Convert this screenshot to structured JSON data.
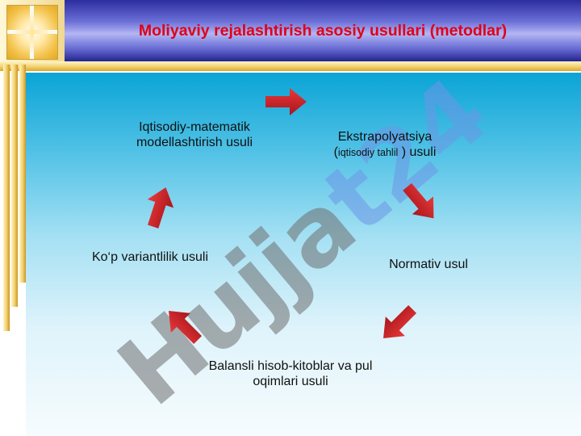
{
  "title": "Moliyaviy rejalashtirish asosiy usullari (metodlar)",
  "watermark": {
    "text_gray": "Hujja",
    "text_blue": "t24"
  },
  "cycle": {
    "nodes": [
      {
        "id": "iqtisodiy-matematik",
        "text": "Iqtisodiy-matematik modellashtirish usuli"
      },
      {
        "id": "ekstrapolyatsiya",
        "text_main": "Ekstrapolyatsiya",
        "text_open": "(",
        "text_small": "iqtisodiy tahlil",
        "text_close": " ) usuli"
      },
      {
        "id": "normativ",
        "text": "Normativ usul"
      },
      {
        "id": "balansli",
        "text": "Balansli hisob-kitoblar va pul oqimlari usuli"
      },
      {
        "id": "kop-variantlilik",
        "text": "Ko‘p variantlilik usuli"
      }
    ],
    "arrow_color": "#d0262a"
  }
}
